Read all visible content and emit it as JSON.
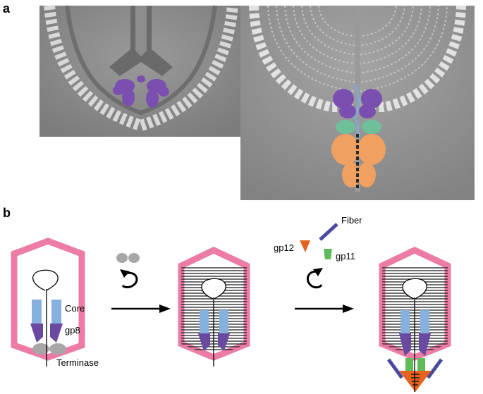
{
  "panel_a": {
    "label": "a"
  },
  "panel_b": {
    "label": "b",
    "labels": {
      "core": "Core",
      "gp8": "gp8",
      "terminase": "Terminase",
      "fiber": "Fiber",
      "gp12": "gp12",
      "gp11": "gp11"
    }
  },
  "colors": {
    "capsid": "#ec7ba5",
    "core": "#86b0dd",
    "gp8": "#6a4aa0",
    "terminase": "#a8a6a6",
    "gp11": "#5dbb59",
    "gp12": "#e5631f",
    "fiber": "#4a4a9f",
    "density_purple": "#7a4fb0",
    "density_green": "#6fc09a",
    "density_orange": "#f0a060",
    "dna_blue": "#7fa8d6"
  }
}
